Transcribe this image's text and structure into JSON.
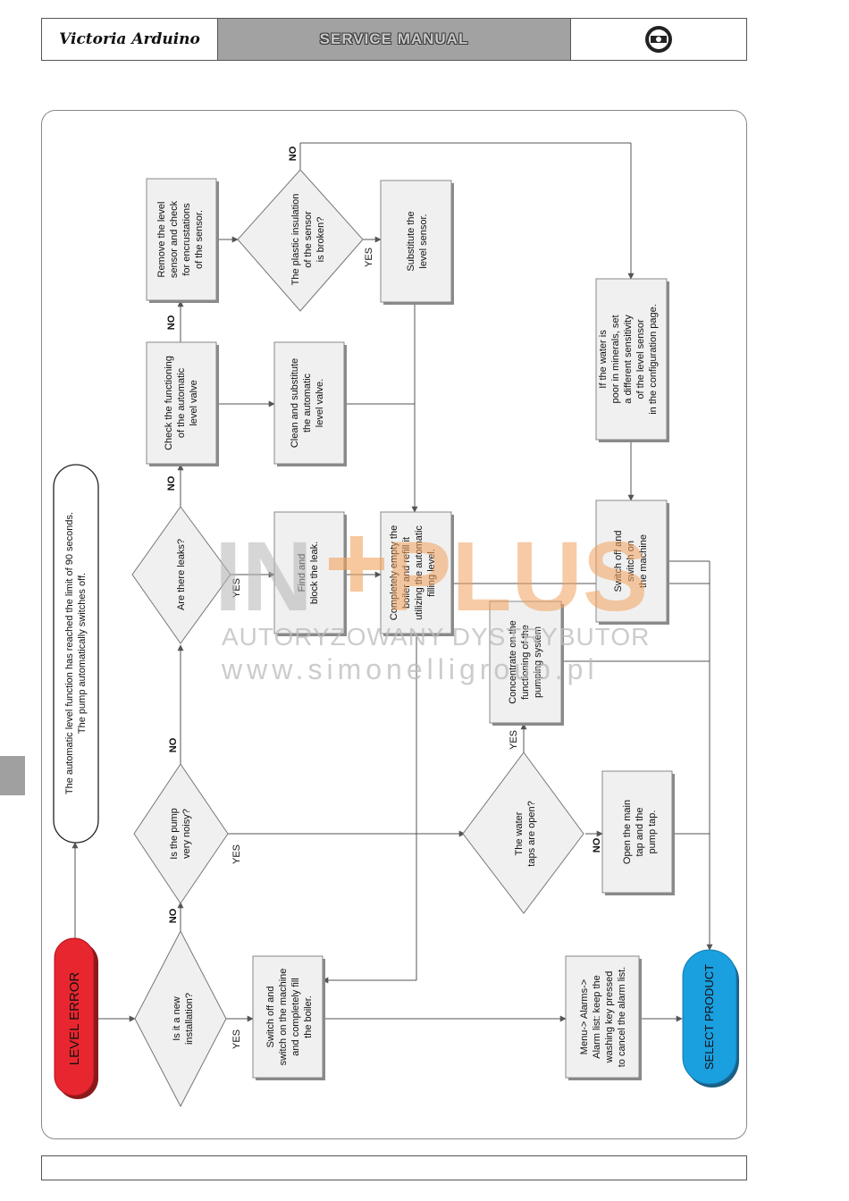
{
  "header": {
    "logo": "Victoria Arduino",
    "title": "SERVICE MANUAL"
  },
  "note": [
    "The automatic level function has reached the limit of 90 seconds.",
    "The pump automatically switches off."
  ],
  "terminals": {
    "start": "LEVEL ERROR",
    "end": "SELECT PRODUCT"
  },
  "decisions": {
    "new_install": [
      "Is it a new",
      "installation?"
    ],
    "pump_noisy": [
      "Is the pump",
      "very noisy?"
    ],
    "leaks": [
      "Are there leaks?"
    ],
    "taps_open": [
      "The water",
      "taps are open?"
    ],
    "insulation": [
      "The plastic insulation",
      "of the sensor",
      "is broken?"
    ]
  },
  "actions": {
    "fill_boiler": [
      "Switch off and",
      "switch on the machine",
      "and completely fill",
      "the boiler."
    ],
    "menu_alarms": [
      "Menu-> Alarms->",
      "Alarm list: keep the",
      "washing key pressed",
      "to cancel the alarm list."
    ],
    "open_taps": [
      "Open the main",
      "tap and the",
      "pump tap."
    ],
    "pumping": [
      "Concentrate on the",
      "functioning of the",
      "pumping system"
    ],
    "find_leak": [
      "Find and",
      "block the leak."
    ],
    "empty_refill": [
      "Completely empty the",
      "boiler and refill it",
      "utilizing the automatic",
      "filling level."
    ],
    "switch_off_on": [
      "Switch off and",
      "switch on",
      "the machine"
    ],
    "check_valve": [
      "Check the functioning",
      "of the automatic",
      "level valve"
    ],
    "clean_valve": [
      "Clean and substitute",
      "the automatic",
      "level valve."
    ],
    "remove_sensor": [
      "Remove the level",
      "sensor and check",
      "for encrustations",
      "of the sensor."
    ],
    "substitute_sensor": [
      "Substitute the",
      "level sensor."
    ],
    "poor_minerals": [
      "If the water is",
      "poor in minerals, set",
      "a different sensitivity",
      "of the level sensor",
      "in the configuration page."
    ]
  },
  "labels": {
    "yes": "YES",
    "no": "NO"
  },
  "watermark": {
    "brand_left": "IN",
    "brand_right": "PLUS",
    "line2": "AUTORYZOWANY DYSTRYBUTOR",
    "line3": "www.simonelligroup.pl"
  },
  "colors": {
    "start": "#e8262f",
    "end": "#1a9fdf",
    "watermark_orange": "#f2a25e",
    "watermark_grey": "#b5b5b5"
  }
}
